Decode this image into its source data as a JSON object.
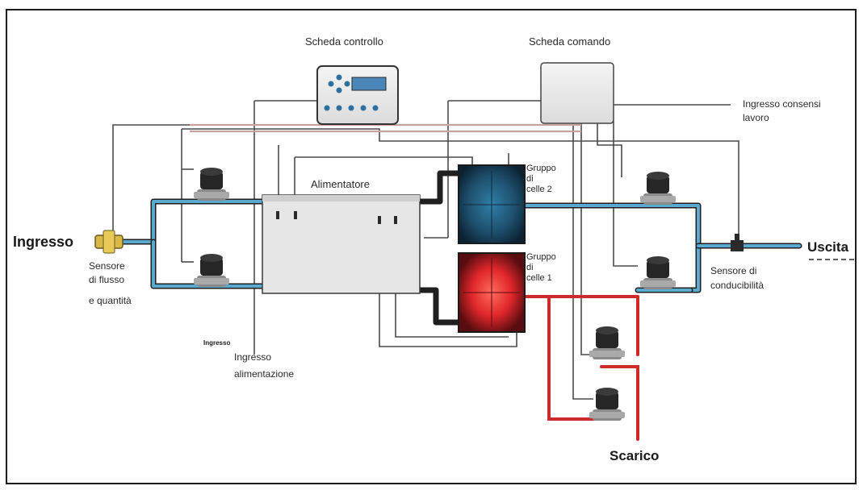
{
  "labels": {
    "scheda_controllo": "Scheda controllo",
    "scheda_comando": "Scheda comando",
    "ingresso_consensi_1": "Ingresso consensi",
    "ingresso_consensi_2": "lavoro",
    "alimentatore": "Alimentatore",
    "gruppo2_1": "Gruppo",
    "gruppo2_2": "di",
    "gruppo2_3": "celle 2",
    "gruppo1_1": "Gruppo",
    "gruppo1_2": "di",
    "gruppo1_3": "celle 1",
    "ingresso": "Ingresso",
    "sensore_flusso_1": "Sensore",
    "sensore_flusso_2": "di flusso",
    "sensore_flusso_3": "e quantità",
    "ingresso_small": "Ingresso",
    "ingresso_alim_1": "Ingresso",
    "ingresso_alim_2": "alimentazione",
    "uscita": "Uscita",
    "sensore_cond_1": "Sensore di",
    "sensore_cond_2": "conducibilità",
    "scarico": "Scarico"
  },
  "colors": {
    "water_pipe": "#5aa9cf",
    "waste_pipe": "#cf2a2a",
    "signal_wire": "#444444",
    "power_wire": "#c8a0a0",
    "cell_group_2": "#1e4f6e",
    "cell_group_1": "#d8202a",
    "valve": "#2b2b2b"
  }
}
